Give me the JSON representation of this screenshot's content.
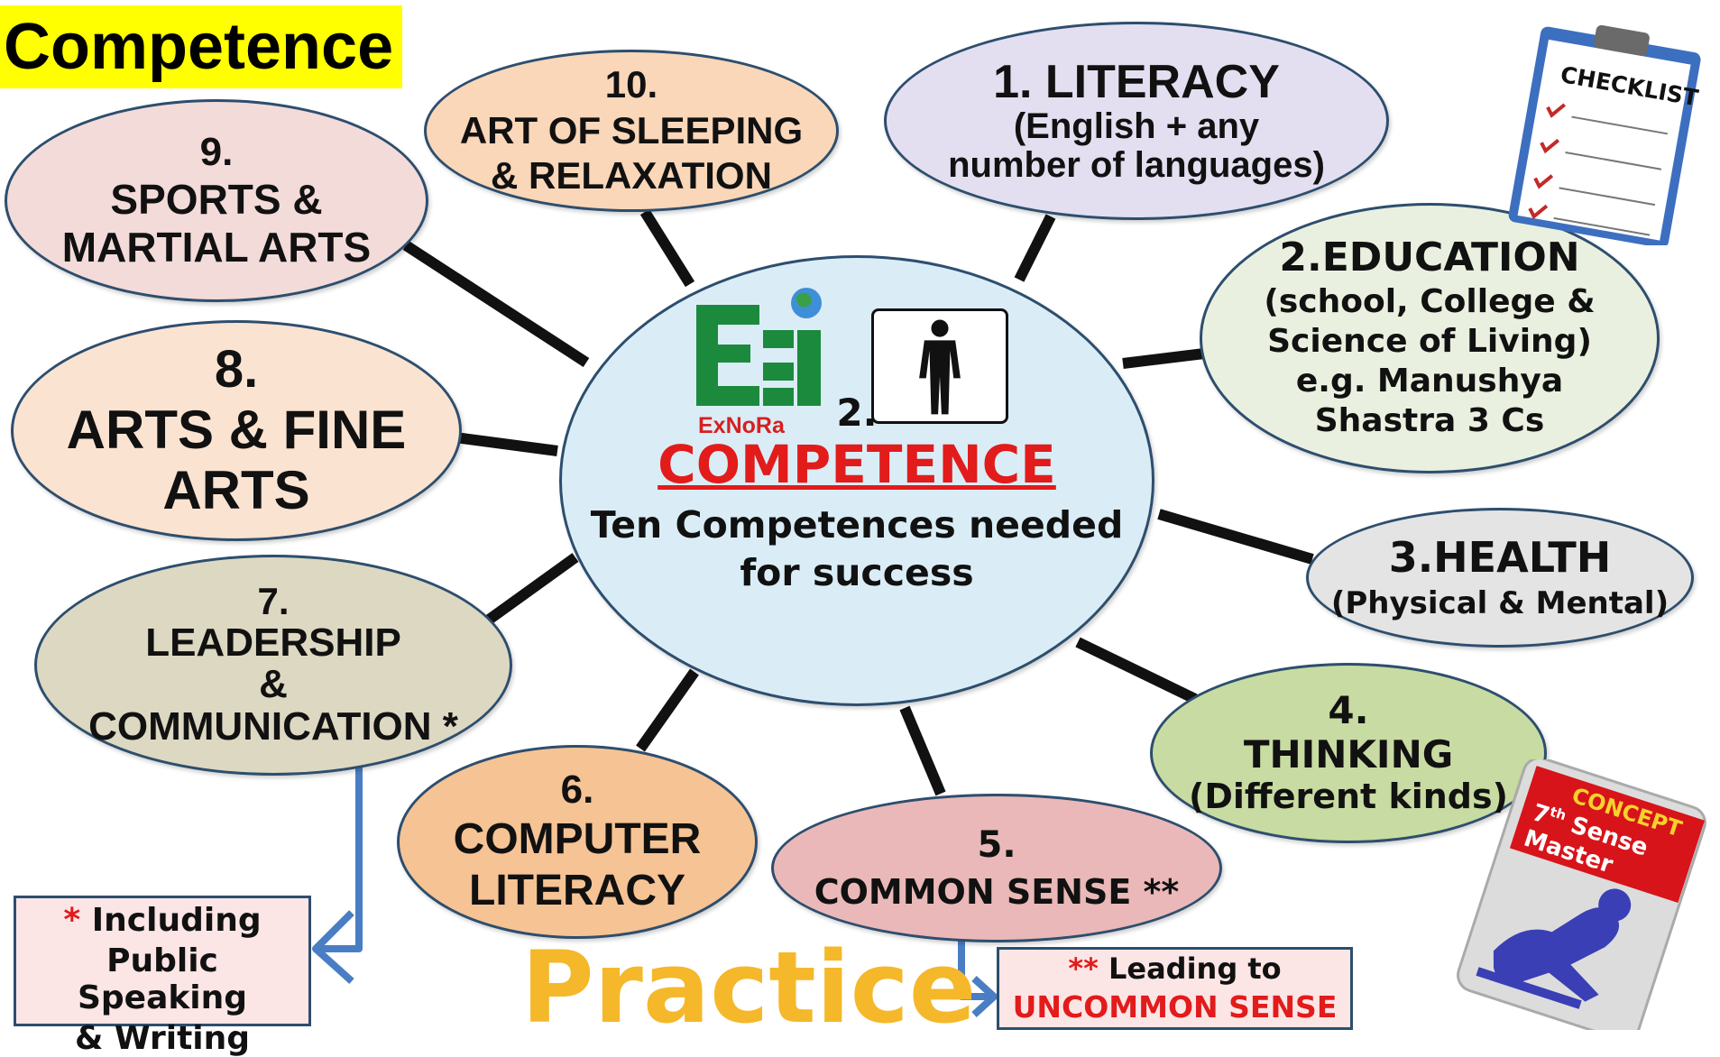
{
  "title": "Competence",
  "footer_label": "Practice",
  "colors": {
    "title_highlight": "#ffff00",
    "practice_text": "#f5b82a",
    "accent_red": "#e21b1b",
    "bubble_border": "#2d4e6e",
    "connector": "#111111",
    "note_arrow": "#4a7ec4"
  },
  "center": {
    "number": "2.",
    "heading": "COMPETENCE",
    "subtitle_line1": "Ten Competences needed",
    "subtitle_line2": "for success",
    "logo_text": "ExNoRa",
    "icons": [
      "exnora-logo",
      "person-icon"
    ]
  },
  "competences": [
    {
      "number": "1. LITERACY",
      "line1": "(English + any",
      "line2": "number of languages)",
      "color": "#e3dff0"
    },
    {
      "number": "2.EDUCATION",
      "line1": "(school, College &",
      "line2": "Science of Living)",
      "line3": "e.g. Manushya",
      "line4": "Shastra 3 Cs",
      "color": "#eaf0df"
    },
    {
      "number": "3.HEALTH",
      "line1": "(Physical & Mental)",
      "color": "#e4e4e4"
    },
    {
      "number": "4.",
      "line1": "THINKING",
      "line2": "(Different kinds)",
      "color": "#c8dba2"
    },
    {
      "number": "5.",
      "line1": "COMMON SENSE **",
      "color": "#eab8b8"
    },
    {
      "number": "6.",
      "line1": "COMPUTER",
      "line2": "LITERACY",
      "color": "#f6c394"
    },
    {
      "number": "7.",
      "line1": "LEADERSHIP",
      "line2": "&",
      "line3": "COMMUNICATION *",
      "color": "#ddd8c2"
    },
    {
      "number": "8.",
      "line1": "ARTS & FINE",
      "line2": "ARTS",
      "color": "#fbe3d1"
    },
    {
      "number": "9.",
      "line1": "SPORTS &",
      "line2": "MARTIAL ARTS",
      "color": "#f3dbd9"
    },
    {
      "number": "10.",
      "line1": "ART OF SLEEPING",
      "line2": "& RELAXATION",
      "color": "#fad7b9"
    }
  ],
  "notes": {
    "leadership": {
      "marker": "*",
      "line1": "Including",
      "line2": "Public Speaking",
      "line3": "& Writing"
    },
    "common_sense": {
      "marker": "**",
      "line1": "Leading to",
      "line2": "UNCOMMON SENSE"
    }
  },
  "decorations": {
    "checklist": "CHECKLIST",
    "book_label": "CONCEPT",
    "book_title_line1": "7",
    "book_title_sup": "th",
    "book_title_line1_rest": " Sense",
    "book_title_line2": "Master"
  }
}
